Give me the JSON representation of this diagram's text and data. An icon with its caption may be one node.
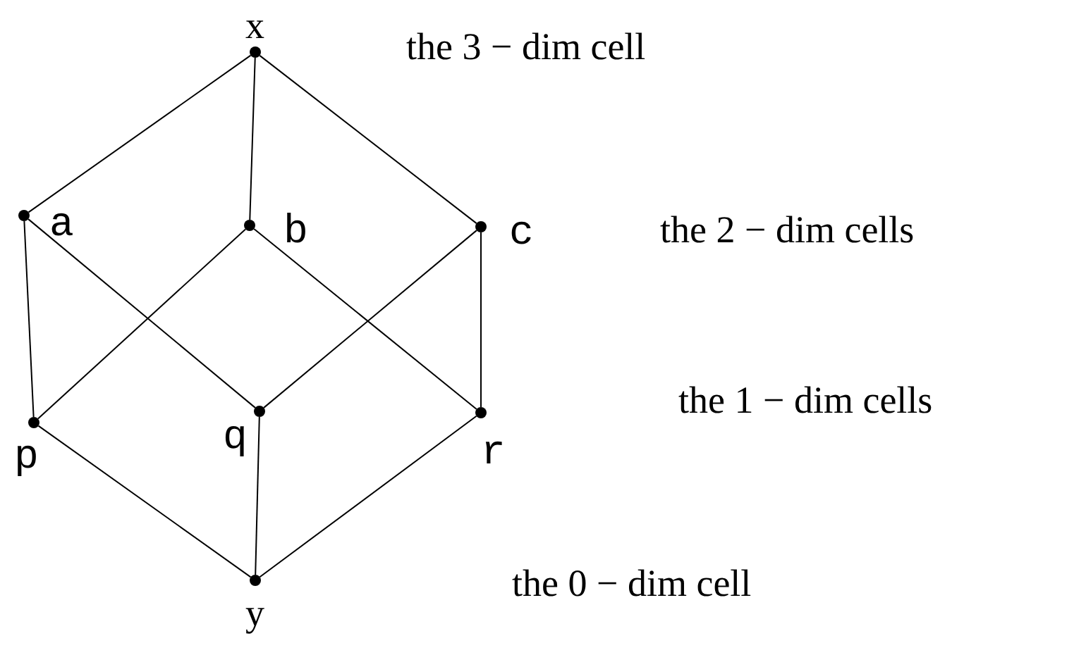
{
  "diagram": {
    "nodes": [
      {
        "text": [
          "x"
        ]
      },
      {
        "text": [
          "a"
        ]
      },
      {
        "text": [
          "b"
        ]
      },
      {
        "text": [
          "c"
        ]
      },
      {
        "text": [
          "p"
        ]
      },
      {
        "text": [
          "q"
        ]
      },
      {
        "text": [
          "r"
        ]
      },
      {
        "text": [
          "y"
        ]
      }
    ],
    "edges": [
      {
        "from": 0,
        "to": 1,
        "arrow": "none"
      },
      {
        "from": 0,
        "to": 2,
        "arrow": "none"
      },
      {
        "from": 0,
        "to": 3,
        "arrow": "none"
      },
      {
        "from": 1,
        "to": 4,
        "arrow": "none"
      },
      {
        "from": 1,
        "to": 5,
        "arrow": "none"
      },
      {
        "from": 2,
        "to": 4,
        "arrow": "none"
      },
      {
        "from": 2,
        "to": 6,
        "arrow": "none"
      },
      {
        "from": 3,
        "to": 5,
        "arrow": "none"
      },
      {
        "from": 3,
        "to": 6,
        "arrow": "none"
      },
      {
        "from": 4,
        "to": 7,
        "arrow": "none"
      },
      {
        "from": 5,
        "to": 7,
        "arrow": "none"
      },
      {
        "from": 6,
        "to": 7,
        "arrow": "none"
      }
    ],
    "labels": [
      "the 3 − dim cell",
      "the 2 − dim cells",
      "the 1 − dim cells",
      "the 0 − dim cell"
    ]
  }
}
